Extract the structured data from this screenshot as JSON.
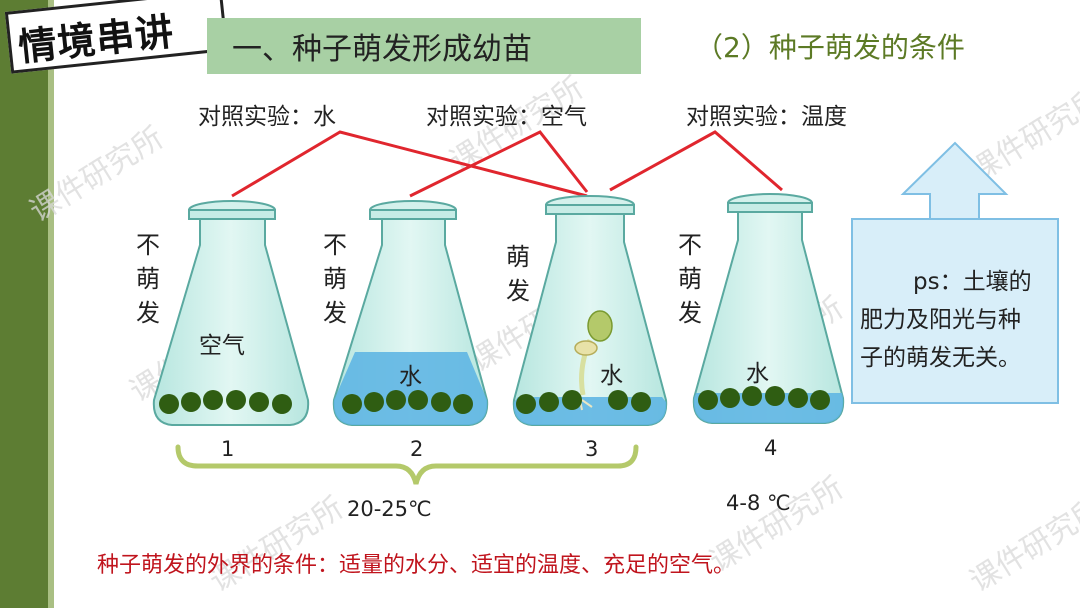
{
  "badge": "情境串讲",
  "title": "一、种子萌发形成幼苗",
  "subtitle": "（2）种子萌发的条件",
  "experiments": {
    "water": "对照实验：水",
    "air": "对照实验：空气",
    "temperature": "对照实验：温度"
  },
  "flasks": [
    {
      "number": "1",
      "result": "不萌发",
      "content": "空气"
    },
    {
      "number": "2",
      "result": "不萌发",
      "content": "水"
    },
    {
      "number": "3",
      "result": "萌发",
      "content": "水"
    },
    {
      "number": "4",
      "result": "不萌发",
      "content": "水"
    }
  ],
  "temps": {
    "warm": "20-25℃",
    "cold": "4-8 ℃"
  },
  "ps_note": [
    "ps：土壤的",
    "肥力及阳光与种",
    "子的萌发无关。"
  ],
  "conclusion": "种子萌发的外界的条件：适量的水分、适宜的温度、充足的空气。",
  "watermark": "课件研究所",
  "colors": {
    "stripe": "#5d7d33",
    "title_band": "#a8d0a4",
    "subtitle": "#5c7a25",
    "line_red": "#e0262e",
    "glass": "#c6ece6",
    "water": "#5fb6e3",
    "seed": "#2f5d12",
    "brace": "#b4c96a",
    "ps_box": "#d8eef9"
  }
}
